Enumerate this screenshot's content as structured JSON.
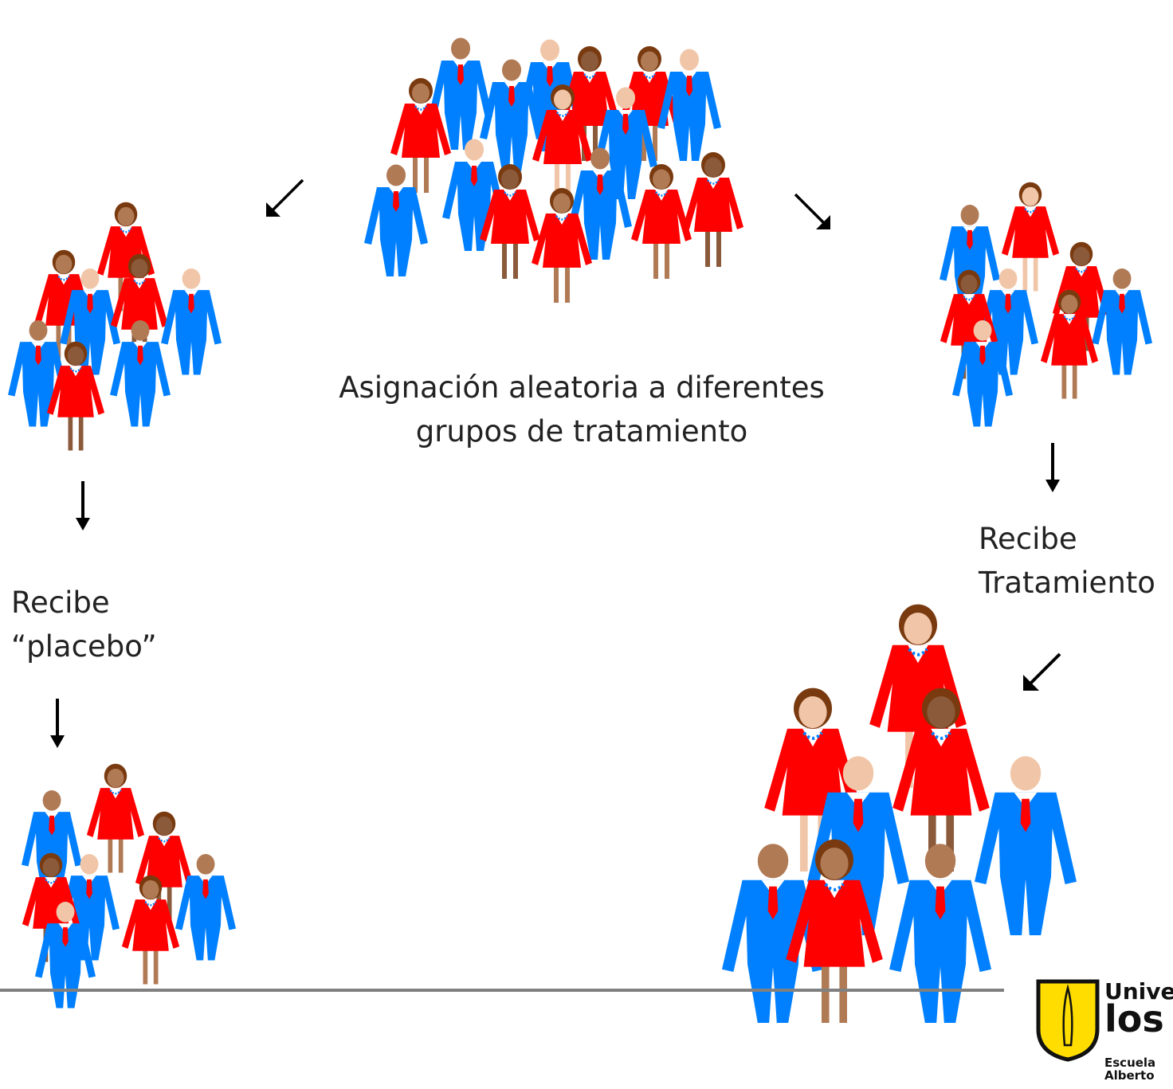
{
  "caption": {
    "line1": "Asignación aleatoria a diferentes",
    "line2": "grupos de tratamiento"
  },
  "right_group": {
    "label_line1": "Recibe",
    "label_line2": "Tratamiento"
  },
  "left_group": {
    "label_line1": "Recibe",
    "label_line2": "“placebo”"
  },
  "logo": {
    "line1": "Unive",
    "line2": "los",
    "line3": "Escuela",
    "line4": "Alberto"
  },
  "colors": {
    "suit_blue": "#0080ff",
    "dress_red": "#ff0000",
    "rule_gray": "#808080",
    "logo_yellow": "#ffdd00"
  },
  "icons": [
    "person-man-icon",
    "person-woman-icon",
    "arrow-down-icon",
    "arrow-down-left-icon",
    "arrow-down-right-icon",
    "university-shield-icon"
  ]
}
